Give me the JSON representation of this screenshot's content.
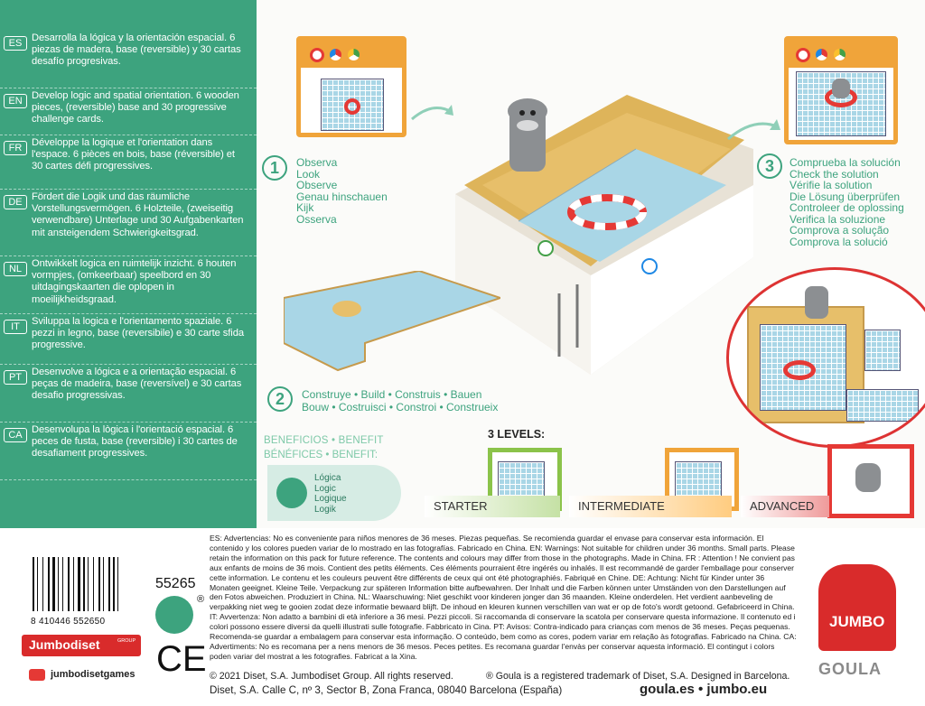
{
  "languages": [
    {
      "code": "ES",
      "text": "Desarrolla la lógica y la orientación espacial. 6 piezas de madera, base (reversible) y 30 cartas desafío progresivas."
    },
    {
      "code": "EN",
      "text": "Develop logic and spatial orientation. 6 wooden pieces, (reversible) base and 30 progressive challenge cards."
    },
    {
      "code": "FR",
      "text": "Développe la logique et l'orientation dans l'espace. 6 pièces en bois, base (réversible) et 30 cartes défi progressives."
    },
    {
      "code": "DE",
      "text": "Fördert die Logik und das räumliche Vorstellungsvermögen. 6 Holzteile, (zweiseitig verwendbare) Unterlage und 30 Aufgabenkarten mit ansteigendem Schwierigkeitsgrad."
    },
    {
      "code": "NL",
      "text": "Ontwikkelt logica en ruimtelijk inzicht. 6 houten vormpjes, (omkeerbaar) speelbord en 30 uitdagingskaarten die oplopen in moeilijkheidsgraad."
    },
    {
      "code": "IT",
      "text": "Sviluppa la logica e l'orientamento spaziale. 6 pezzi in legno, base (reversibile) e 30 carte sfida progressive."
    },
    {
      "code": "PT",
      "text": "Desenvolve a lógica e a orientação espacial. 6 peças de madeira, base (reversível) e 30 cartas desafio progressivas."
    },
    {
      "code": "CA",
      "text": "Desenvolupa la lògica i l'orientació espacial. 6 peces de fusta, base (reversible) i 30 cartes de desafiament progressives."
    }
  ],
  "step1": {
    "num": "1",
    "lines": [
      "Observa",
      "Look",
      "Observe",
      "Genau hinschauen",
      "Kijk",
      "Osserva"
    ]
  },
  "step2": {
    "num": "2",
    "line1": "Construye • Build • Construis • Bauen",
    "line2": "Bouw • Costruisci • Constroi • Construeix"
  },
  "step3": {
    "num": "3",
    "lines": [
      "Comprueba la solución",
      "Check the solution",
      "Vérifie la solution",
      "Die Lösung überprüfen",
      "Controleer de oplossing",
      "Verifica la soluzione",
      "Comprova a solução",
      "Comprova la solució"
    ]
  },
  "benefits": {
    "title1": "BENEFICIOS • BENEFIT",
    "title2": "BÉNÉFICES • BENEFIT:",
    "items": [
      "Lógica",
      "Logic",
      "Logique",
      "Logik"
    ]
  },
  "levels": {
    "title": "3 LEVELS:",
    "starter": "STARTER",
    "intermediate": "INTERMEDIATE",
    "advanced": "ADVANCED"
  },
  "warnings": "ES: Advertencias: No es conveniente para niños menores de 36 meses. Piezas pequeñas. Se recomienda guardar el envase para conservar esta información. El contenido y los colores pueden variar de lo mostrado en las fotografías. Fabricado en China. EN: Warnings: Not suitable for children under 36 months. Small parts. Please retain the information on this pack for future reference. The contents and colours may differ from those in the photographs. Made in China. FR : Attention ! Ne convient pas aux enfants de moins de 36 mois. Contient des petits éléments. Ces éléments pourraient être ingérés ou inhalés. Il est recommandé de garder l'emballage pour conserver cette information. Le contenu et les couleurs peuvent être différents de ceux qui ont été photographiés. Fabriqué en Chine. DE: Achtung: Nicht für Kinder unter 36 Monaten geeignet. Kleine Teile. Verpackung zur späteren Information bitte aufbewahren. Der Inhalt und die Farben können unter Umständen von den Darstellungen auf den Fotos abweichen. Produziert in China. NL: Waarschuwing: Niet geschikt voor kinderen jonger dan 36 maanden. Kleine onderdelen. Het verdient aanbeveling de verpakking niet weg te gooien zodat deze informatie bewaard blijft. De inhoud en kleuren kunnen verschillen van wat er op de foto's wordt getoond. Gefabriceerd in China. IT: Avvertenza: Non adatto a bambini di età inferiore a 36 mesi. Pezzi piccoli. Si raccomanda di conservare la scatola per conservare questa informazione. Il contenuto ed i colori possono essere diversi da quelli illustrati sulle fotografie. Fabbricato in Cina. PT: Avisos: Contra-indicado para crianças com menos de 36 meses. Peças pequenas. Recomenda-se guardar a embalagem para conservar esta informação. O conteúdo, bem como as cores, podem variar em relação às fotografias. Fabricado na China. CA: Advertiments: No es recomana per a nens menors de 36 mesos. Peces petites. Es recomana guardar l'envàs per conservar aquesta informació. El contingut i colors poden variar del mostrat a les fotografies. Fabricat a la Xina.",
  "copyright": "© 2021 Diset, S.A. Jumbodiset Group. All rights reserved.",
  "trademark": "® Goula is a registered trademark of Diset, S.A. Designed in Barcelona.",
  "address": "Diset, S.A. Calle C, nº 3, Sector B, Zona Franca, 08040 Barcelona (España)",
  "websites": "goula.es • jumbo.eu",
  "product_code": "55265",
  "barcode_number": "8 410446 552650",
  "brand_jumbodiset": "Jumbodiset",
  "brand_group": "GROUP",
  "youtube_channel": "jumbodisetgames",
  "ce_mark": "CE",
  "registered_mark": "®",
  "brand_jumbo": "JUMBO",
  "brand_goula": "GOULA",
  "colors": {
    "sidebar": "#3da37e",
    "step_green": "#3da37e",
    "card_orange": "#f0a43a",
    "starter": "#8bc34a",
    "intermediate": "#f0a43a",
    "advanced": "#e53935"
  }
}
